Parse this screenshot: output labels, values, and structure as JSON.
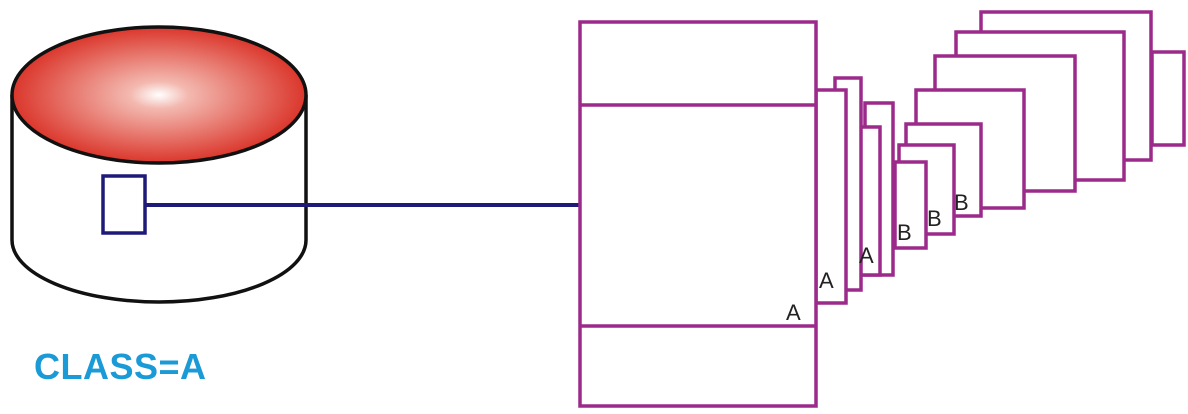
{
  "class_label": "CLASS=A",
  "class_a_marker": "A",
  "class_b_marker": "B",
  "colors": {
    "database_top_gradient_outer": "#d8261b",
    "database_top_gradient_inner": "#ffffff",
    "database_outline": "#111111",
    "selection_and_arrow": "#1e1a78",
    "frames_outline": "#9b2a8a",
    "class_label_text": "#1a9ad6",
    "marker_text": "#222222"
  },
  "icons": {
    "database": "database-cylinder-icon",
    "arrow": "arrow-right-icon"
  }
}
